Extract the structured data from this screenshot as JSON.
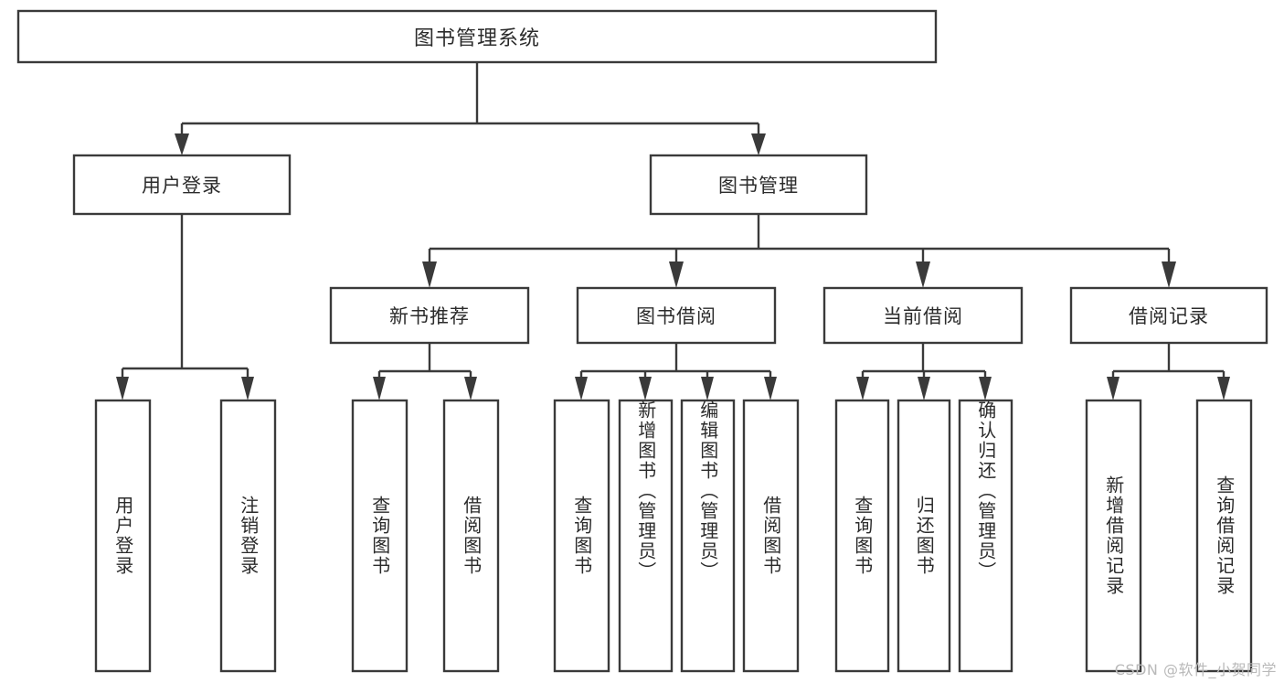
{
  "diagram": {
    "type": "tree",
    "title_node": {
      "label": "图书管理系统"
    },
    "level2": [
      {
        "label": "用户登录"
      },
      {
        "label": "图书管理"
      }
    ],
    "level3": [
      {
        "label": "新书推荐"
      },
      {
        "label": "图书借阅"
      },
      {
        "label": "当前借阅"
      },
      {
        "label": "借阅记录"
      }
    ],
    "leaves": {
      "user_login": [
        {
          "label": "用户登录"
        },
        {
          "label": "注销登录"
        }
      ],
      "new_book_recommend": [
        {
          "label": "查询图书"
        },
        {
          "label": "借阅图书"
        }
      ],
      "book_borrow": [
        {
          "label": "查询图书"
        },
        {
          "label": "新增图书（管理员）"
        },
        {
          "label": "编辑图书（管理员）"
        },
        {
          "label": "借阅图书"
        }
      ],
      "current_borrow": [
        {
          "label": "查询图书"
        },
        {
          "label": "归还图书"
        },
        {
          "label": "确认归还（管理员）"
        }
      ],
      "borrow_record": [
        {
          "label": "新增借阅记录"
        },
        {
          "label": "查询借阅记录"
        }
      ]
    },
    "colors": {
      "stroke": "#3a3a3a",
      "fill": "#ffffff",
      "text": "#2b2b2b",
      "watermark": "#b9b9b9"
    }
  },
  "watermark": {
    "text": "CSDN @软件_小贺同学"
  }
}
